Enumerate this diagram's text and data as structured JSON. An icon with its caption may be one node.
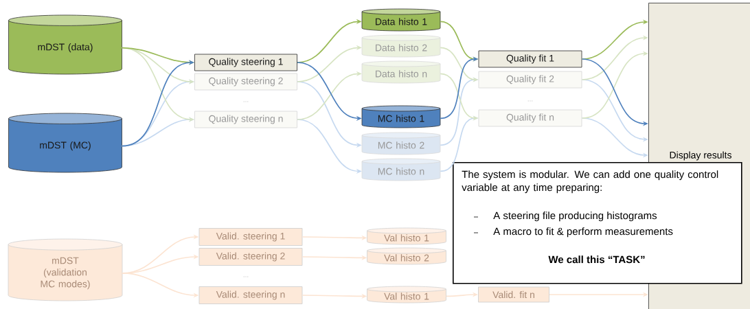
{
  "diagram": {
    "nodes": [
      {
        "text": [
          "mDST (data)"
        ]
      },
      {
        "text": [
          "mDST (MC)"
        ]
      },
      {
        "text": [
          "mDST (validation MC modes)"
        ]
      },
      {
        "text": [
          "Quality steering 1"
        ]
      },
      {
        "text": [
          "Quality steering 2"
        ]
      },
      {
        "text": [
          "Quality steering n"
        ]
      },
      {
        "text": [
          "Data histo 1"
        ]
      },
      {
        "text": [
          "Data histo 2"
        ]
      },
      {
        "text": [
          "Data histo n"
        ]
      },
      {
        "text": [
          "MC histo 1"
        ]
      },
      {
        "text": [
          "MC histo 2"
        ]
      },
      {
        "text": [
          "MC histo n"
        ]
      },
      {
        "text": [
          "Quality fit 1"
        ]
      },
      {
        "text": [
          "Quality fit 2"
        ]
      },
      {
        "text": [
          "Quality fit n"
        ]
      },
      {
        "text": [
          "Display results"
        ]
      },
      {
        "text": [
          "Valid. steering 1"
        ]
      },
      {
        "text": [
          "Valid. steering 2"
        ]
      },
      {
        "text": [
          "Valid. steering n"
        ]
      },
      {
        "text": [
          "Val histo 1"
        ]
      },
      {
        "text": [
          "Val histo 2"
        ]
      },
      {
        "text": [
          "Val histo 1"
        ]
      },
      {
        "text": [
          "Valid. fit n"
        ]
      },
      {
        "text": [
          "The system is modular. We can add one quality control variable at any time preparing:",
          "A steering file producing histograms",
          "A macro to fit & perform measurements",
          "We call this “TASK”"
        ]
      }
    ],
    "edges": [
      {
        "from": 0,
        "to": 4,
        "arrow": "to",
        "color": "#d7e4c3"
      },
      {
        "from": 0,
        "to": 5,
        "arrow": "to",
        "color": "#d7e4c3"
      },
      {
        "from": 1,
        "to": 4,
        "arrow": "to",
        "color": "#c6d9f0"
      },
      {
        "from": 1,
        "to": 5,
        "arrow": "to",
        "color": "#c6d9f0"
      },
      {
        "from": 4,
        "to": 7,
        "arrow": "to",
        "color": "#d7e4c3"
      },
      {
        "from": 4,
        "to": 10,
        "arrow": "to",
        "color": "#c6d9f0"
      },
      {
        "from": 5,
        "to": 8,
        "arrow": "to",
        "color": "#d7e4c3"
      },
      {
        "from": 5,
        "to": 11,
        "arrow": "to",
        "color": "#c6d9f0"
      },
      {
        "from": 7,
        "to": 13,
        "arrow": "to",
        "color": "#d7e4c3"
      },
      {
        "from": 8,
        "to": 14,
        "arrow": "to",
        "color": "#d7e4c3"
      },
      {
        "from": 10,
        "to": 13,
        "arrow": "to",
        "color": "#c6d9f0"
      },
      {
        "from": 11,
        "to": 14,
        "arrow": "to",
        "color": "#c6d9f0"
      },
      {
        "from": 13,
        "to": 15,
        "arrow": "to",
        "color": "#d7e4c3"
      },
      {
        "from": 14,
        "to": 15,
        "arrow": "to",
        "color": "#d7e4c3"
      },
      {
        "from": 13,
        "to": 15,
        "arrow": "to",
        "color": "#c6d9f0"
      },
      {
        "from": 14,
        "to": 15,
        "arrow": "to",
        "color": "#c6d9f0"
      },
      {
        "from": 2,
        "to": 16,
        "arrow": "to",
        "color": "#fce4d2"
      },
      {
        "from": 2,
        "to": 17,
        "arrow": "to",
        "color": "#fce4d2"
      },
      {
        "from": 2,
        "to": 18,
        "arrow": "to",
        "color": "#fce4d2"
      },
      {
        "from": 16,
        "to": 19,
        "arrow": "to",
        "color": "#fce4d2"
      },
      {
        "from": 17,
        "to": 20,
        "arrow": "to",
        "color": "#fce4d2"
      },
      {
        "from": 18,
        "to": 21,
        "arrow": "to",
        "color": "#fce4d2"
      },
      {
        "from": 21,
        "to": 22,
        "arrow": "to",
        "color": "#fce4d2"
      },
      {
        "from": 22,
        "to": 15,
        "arrow": "to",
        "color": "#fce4d2"
      },
      {
        "from": 0,
        "to": 3,
        "arrow": "to",
        "color": "#9bbb59"
      },
      {
        "from": 1,
        "to": 3,
        "arrow": "to",
        "color": "#4f81bd"
      },
      {
        "from": 3,
        "to": 6,
        "arrow": "to",
        "color": "#9bbb59"
      },
      {
        "from": 3,
        "to": 9,
        "arrow": "to",
        "color": "#4f81bd"
      },
      {
        "from": 6,
        "to": 12,
        "arrow": "to",
        "color": "#9bbb59"
      },
      {
        "from": 9,
        "to": 12,
        "arrow": "to",
        "color": "#4f81bd"
      },
      {
        "from": 12,
        "to": 15,
        "arrow": "to",
        "color": "#9bbb59"
      },
      {
        "from": 12,
        "to": 15,
        "arrow": "to",
        "color": "#4f81bd"
      }
    ],
    "labels": [
      "...",
      "...",
      "..."
    ]
  }
}
